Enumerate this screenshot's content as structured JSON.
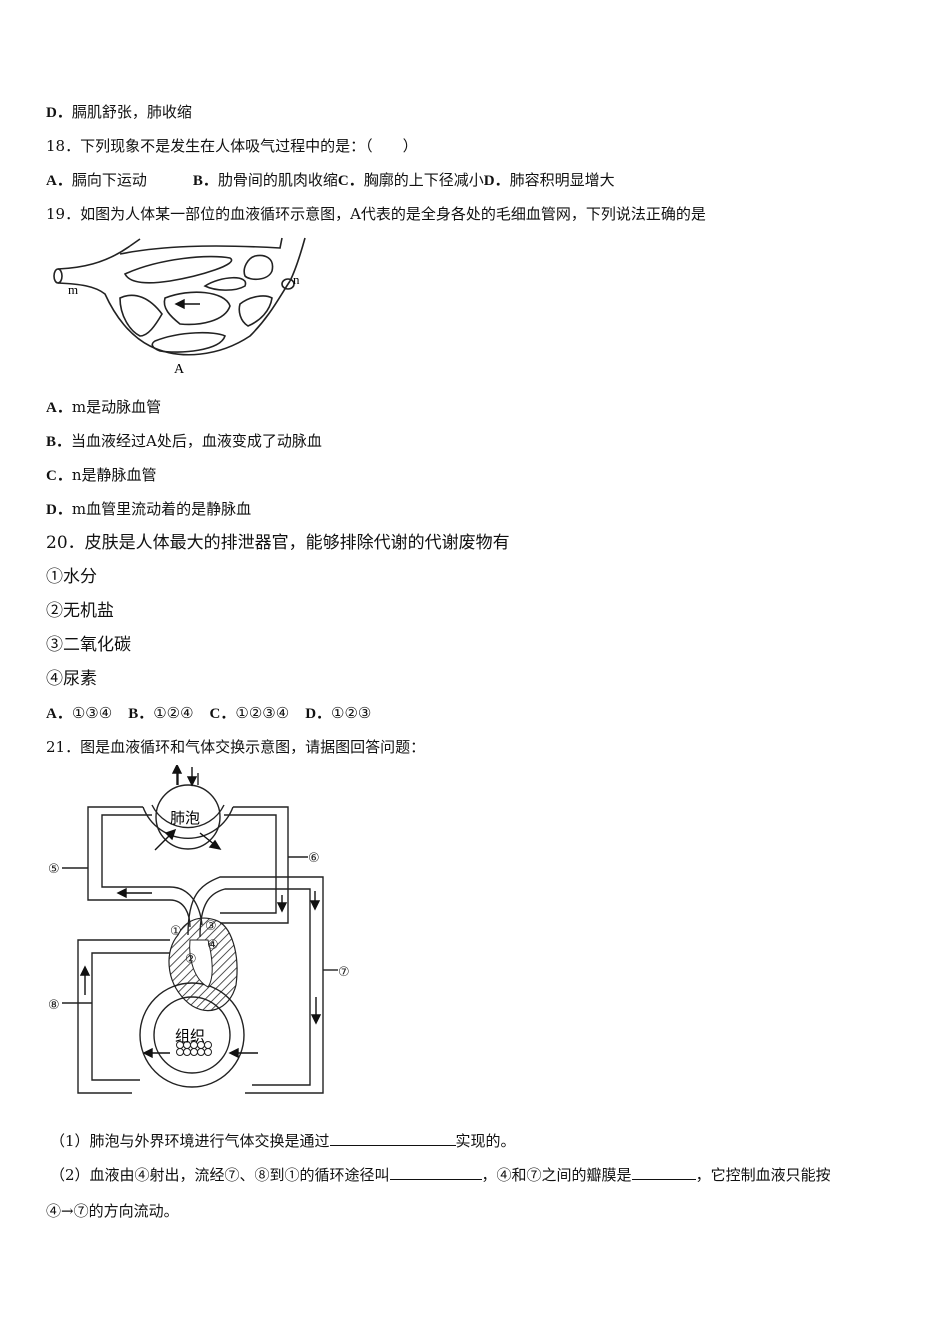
{
  "q17": {
    "option_d": {
      "label": "D．",
      "text": "膈肌舒张，肺收缩"
    }
  },
  "q18": {
    "stem": "18．下列现象不是发生在人体吸气过程中的是：（　　）",
    "options": [
      {
        "label": "A．",
        "text": "膈向下运动"
      },
      {
        "label": "B．",
        "text": "肋骨间的肌肉收缩"
      },
      {
        "label": "C．",
        "text": "胸廓的上下径减小"
      },
      {
        "label": "D．",
        "text": "肺容积明显增大"
      }
    ]
  },
  "q19": {
    "stem": "19．如图为人体某一部位的血液循环示意图，A代表的是全身各处的毛细血管网，下列说法正确的是",
    "figure": {
      "label_m": "m",
      "label_n": "n",
      "label_a": "A"
    },
    "options": [
      {
        "label": "A．",
        "text": "m是动脉血管"
      },
      {
        "label": "B．",
        "text": "当血液经过A处后，血液变成了动脉血"
      },
      {
        "label": "C．",
        "text": "n是静脉血管"
      },
      {
        "label": "D．",
        "text": "m血管里流动着的是静脉血"
      }
    ]
  },
  "q20": {
    "stem": "20．皮肤是人体最大的排泄器官，能够排除代谢的代谢废物有",
    "items": [
      "①水分",
      "②无机盐",
      "③二氧化碳",
      "④尿素"
    ],
    "options": [
      {
        "label": "A．",
        "text": "①③④"
      },
      {
        "label": "B．",
        "text": "①②④"
      },
      {
        "label": "C．",
        "text": "①②③④"
      },
      {
        "label": "D．",
        "text": "①②③"
      }
    ]
  },
  "q21": {
    "stem": "21．图是血液循环和气体交换示意图，请据图回答问题：",
    "figure": {
      "alveolus": "肺泡",
      "tissue": "组织",
      "n1": "①",
      "n2": "②",
      "n3": "③",
      "n4": "④",
      "n5": "⑤",
      "n6": "⑥",
      "n7": "⑦",
      "n8": "⑧"
    },
    "sub1": {
      "prefix": "（1）肺泡与外界环境进行气体交换是通过",
      "suffix": "实现的。"
    },
    "sub2": {
      "prefix": "（2）血液由④射出，流经⑦、⑧到①的循环途径叫",
      "mid": "，④和⑦之间的瓣膜是",
      "suffix": "，它控制血液只能按",
      "line2": "④→⑦的方向流动。"
    }
  }
}
